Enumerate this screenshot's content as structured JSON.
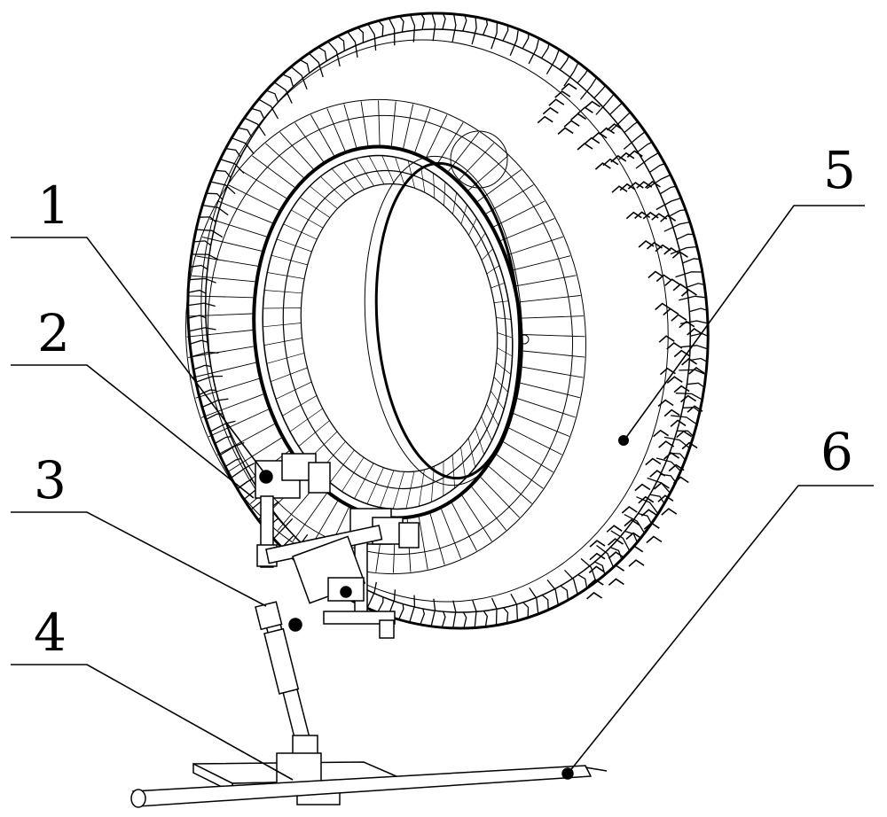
{
  "labels": {
    "n1": "1",
    "n2": "2",
    "n3": "3",
    "n4": "4",
    "n5": "5",
    "n6": "6"
  },
  "colors": {
    "ink": "#000000",
    "paper": "#ffffff"
  }
}
